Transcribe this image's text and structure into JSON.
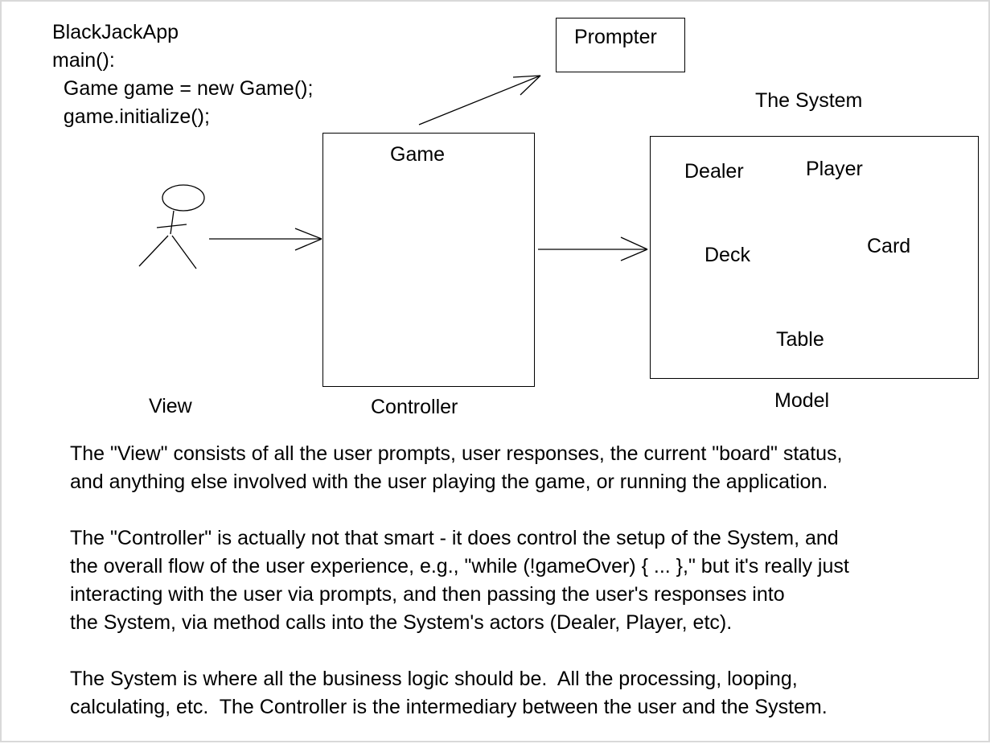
{
  "code": {
    "lines": [
      "BlackJackApp",
      "main():",
      "  Game game = new Game();",
      "  game.initialize();"
    ]
  },
  "diagram": {
    "prompter": "Prompter",
    "game": "Game",
    "system_title": "The System",
    "system_members": {
      "dealer": "Dealer",
      "player": "Player",
      "deck": "Deck",
      "card": "Card",
      "table": "Table"
    },
    "labels": {
      "view": "View",
      "controller": "Controller",
      "model": "Model"
    }
  },
  "description": {
    "view_paragraph": [
      "The \"View\" consists of all the user prompts, user responses, the current \"board\" status,",
      "and anything else involved with the user playing the game, or running the application."
    ],
    "controller_paragraph": [
      "The \"Controller\" is actually not that smart - it does control the setup of the System, and",
      "the overall flow of the user experience, e.g., \"while (!gameOver) { ... },\" but it's really just",
      "interacting with the user via prompts, and then passing the user's responses into",
      "the System, via method calls into the System's actors (Dealer, Player, etc)."
    ],
    "system_paragraph": [
      "The System is where all the business logic should be.  All the processing, looping,",
      "calculating, etc.  The Controller is the intermediary between the user and the System."
    ]
  }
}
